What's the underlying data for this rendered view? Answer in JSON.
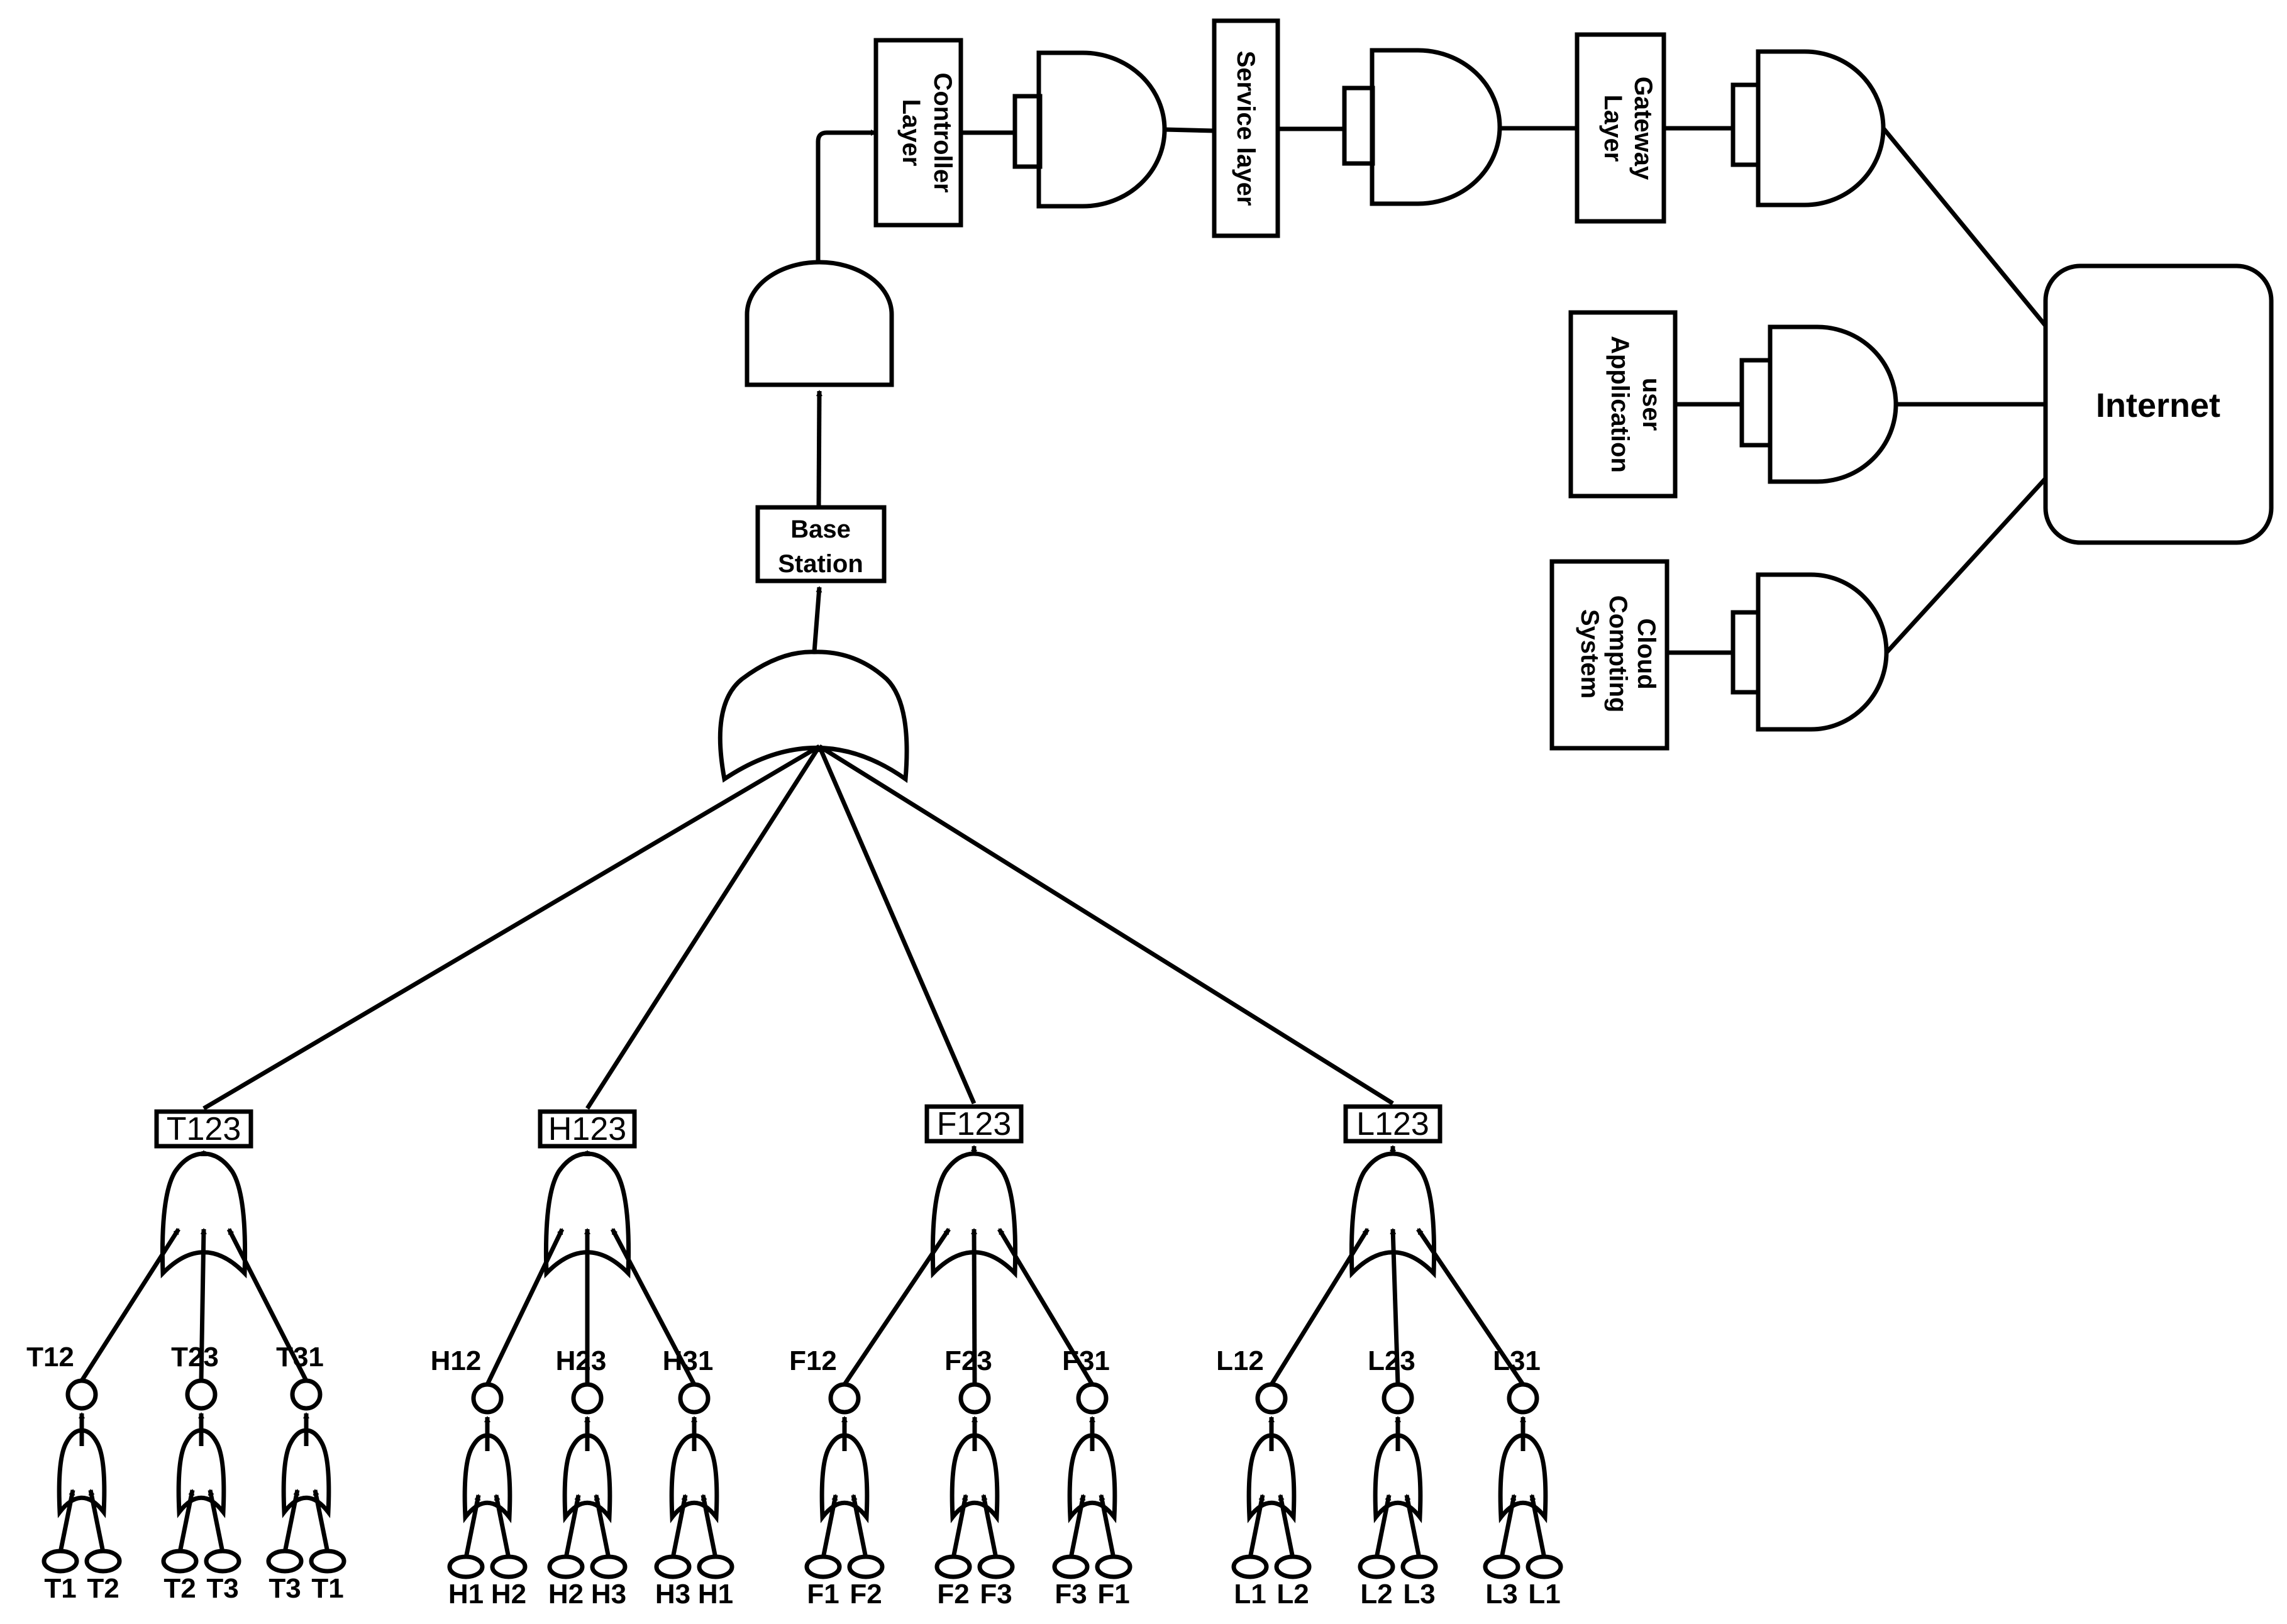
{
  "top_chain": {
    "controller_layer": [
      "Controller",
      "Layer"
    ],
    "service_layer": "Service layer",
    "gateway_layer": [
      "Gateway",
      "Layer"
    ]
  },
  "internet": "Internet",
  "user_application": [
    "user",
    "Application"
  ],
  "cloud_system": [
    "Cloud",
    "Compting",
    "System"
  ],
  "base_station": [
    "Base",
    "Station"
  ],
  "groups": [
    {
      "label": "T123",
      "subs": [
        {
          "label": "T12",
          "events": [
            "T1",
            "T2"
          ]
        },
        {
          "label": "T23",
          "events": [
            "T2",
            "T3"
          ]
        },
        {
          "label": "T31",
          "events": [
            "T3",
            "T1"
          ]
        }
      ]
    },
    {
      "label": "H123",
      "subs": [
        {
          "label": "H12",
          "events": [
            "H1",
            "H2"
          ]
        },
        {
          "label": "H23",
          "events": [
            "H2",
            "H3"
          ]
        },
        {
          "label": "H31",
          "events": [
            "H3",
            "H1"
          ]
        }
      ]
    },
    {
      "label": "F123",
      "subs": [
        {
          "label": "F12",
          "events": [
            "F1",
            "F2"
          ]
        },
        {
          "label": "F23",
          "events": [
            "F2",
            "F3"
          ]
        },
        {
          "label": "F31",
          "events": [
            "F3",
            "F1"
          ]
        }
      ]
    },
    {
      "label": "L123",
      "subs": [
        {
          "label": "L12",
          "events": [
            "L1",
            "L2"
          ]
        },
        {
          "label": "L23",
          "events": [
            "L2",
            "L3"
          ]
        },
        {
          "label": "L31",
          "events": [
            "L3",
            "L1"
          ]
        }
      ]
    }
  ]
}
